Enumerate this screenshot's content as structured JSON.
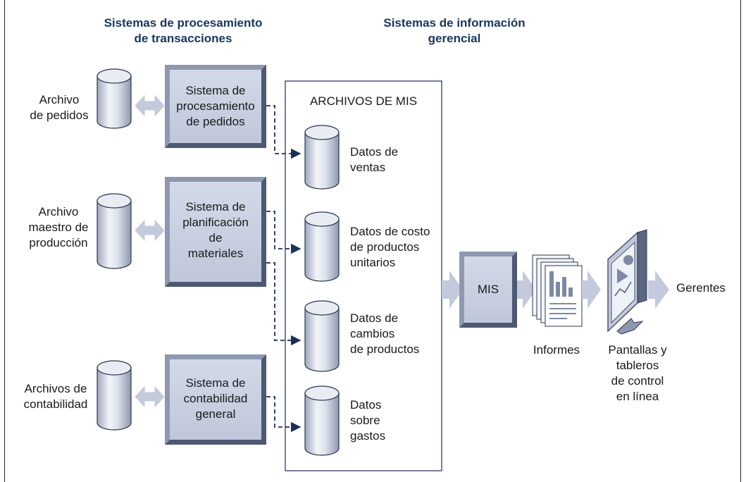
{
  "headers": {
    "tps": "Sistemas de procesamiento\nde transacciones",
    "mis": "Sistemas de información\ngerencial"
  },
  "files": {
    "pedidos": "Archivo\nde pedidos",
    "produccion": "Archivo\nmaestro de\nproducción",
    "contabilidad": "Archivos de\ncontabilidad"
  },
  "systems": {
    "pedidos": "Sistema de\nprocesamiento\nde pedidos",
    "materiales": "Sistema de\nplanificación\nde\nmateriales",
    "contabilidad": "Sistema de\ncontabilidad\ngeneral"
  },
  "mis_files": {
    "title": "ARCHIVOS DE MIS",
    "ventas": "Datos de\nventas",
    "costo": "Datos de costo\nde productos\nunitarios",
    "cambios": "Datos de\ncambios\nde productos",
    "gastos": "Datos\nsobre\ngastos"
  },
  "outputs": {
    "mis": "MIS",
    "informes": "Informes",
    "pantallas": "Pantallas y\ntableros\nde control\nen línea",
    "gerentes": "Gerentes"
  },
  "colors": {
    "header_text": "#17375e",
    "box_fill": "#c7cfe0",
    "bevel_dark": "#4d5872",
    "arrow_fill": "#c4cadb",
    "dashed_line": "#1c2e5a"
  },
  "icons": {
    "db": "database-cylinder-icon",
    "reports": "report-stack-icon",
    "monitor": "monitor-dashboard-icon",
    "connector": "dashed-arrow-icon",
    "flow": "double-arrow-icon"
  }
}
